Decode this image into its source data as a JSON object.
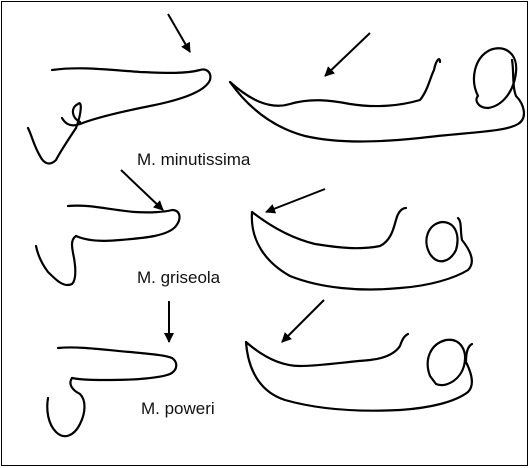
{
  "figure": {
    "labels": {
      "minutissima": "M. minutissima",
      "griseola": "M. griseola",
      "poweri": "M. poweri"
    },
    "ink_color": "#000000",
    "background_color": "#ffffff"
  }
}
